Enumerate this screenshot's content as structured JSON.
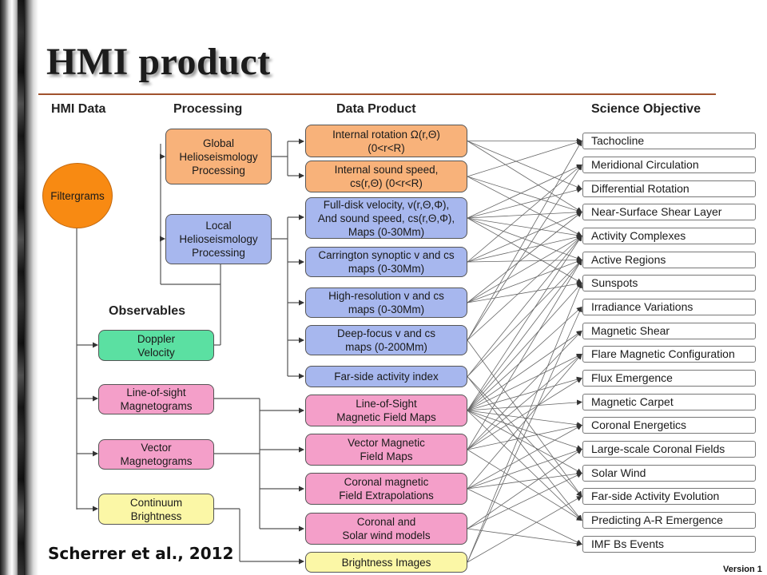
{
  "slide_title": "HMI product",
  "headers": {
    "hmi_data": "HMI Data",
    "processing": "Processing",
    "data_product": "Data Product",
    "science_objective": "Science Objective",
    "observables": "Observables"
  },
  "filtergrams": "Filtergrams",
  "processing": [
    "Global\nHelioseismology\nProcessing",
    "Local\nHelioseismology\nProcessing"
  ],
  "observables": [
    "Doppler\nVelocity",
    "Line-of-sight\nMagnetograms",
    "Vector\nMagnetograms",
    "Continuum\nBrightness"
  ],
  "products": [
    "Internal rotation Ω(r,Θ)\n(0<r<R)",
    "Internal sound speed,\ncs(r,Θ) (0<r<R)",
    "Full-disk velocity, v(r,Θ,Φ),\nAnd sound speed, cs(r,Θ,Φ),\nMaps (0-30Mm)",
    "Carrington synoptic v and cs\nmaps (0-30Mm)",
    "High-resolution v and cs\nmaps (0-30Mm)",
    "Deep-focus v and cs\nmaps (0-200Mm)",
    "Far-side activity index",
    "Line-of-Sight\nMagnetic Field Maps",
    "Vector Magnetic\nField Maps",
    "Coronal magnetic\nField Extrapolations",
    "Coronal and\nSolar wind models",
    "Brightness Images"
  ],
  "objectives": [
    "Tachocline",
    "Meridional Circulation",
    "Differential Rotation",
    "Near-Surface Shear Layer",
    "Activity Complexes",
    "Active Regions",
    "Sunspots",
    "Irradiance Variations",
    "Magnetic Shear",
    "Flare Magnetic Configuration",
    "Flux Emergence",
    "Magnetic Carpet",
    "Coronal Energetics",
    "Large-scale Coronal Fields",
    "Solar Wind",
    "Far-side Activity Evolution",
    "Predicting A-R Emergence",
    "IMF Bs Events"
  ],
  "citation": "Scherrer et al., 2012",
  "version": "Version 1",
  "colors": {
    "filtergrams": "#f88a12",
    "processing": "#f8b27a",
    "helio_products": "#a7b7ee",
    "magnetic_products": "#f49fc9",
    "doppler": "#5be0a2",
    "continuum": "#fbf7a6",
    "title_rule": "#a0522d"
  },
  "connections": [
    [
      0,
      0
    ],
    [
      0,
      2
    ],
    [
      0,
      3
    ],
    [
      1,
      0
    ],
    [
      1,
      3
    ],
    [
      1,
      4
    ],
    [
      2,
      1
    ],
    [
      2,
      2
    ],
    [
      2,
      3
    ],
    [
      2,
      4
    ],
    [
      2,
      5
    ],
    [
      2,
      6
    ],
    [
      3,
      1
    ],
    [
      3,
      3
    ],
    [
      3,
      4
    ],
    [
      3,
      5
    ],
    [
      4,
      3
    ],
    [
      4,
      4
    ],
    [
      4,
      5
    ],
    [
      4,
      6
    ],
    [
      5,
      0
    ],
    [
      5,
      1
    ],
    [
      5,
      4
    ],
    [
      5,
      15
    ],
    [
      6,
      4
    ],
    [
      6,
      5
    ],
    [
      6,
      15
    ],
    [
      6,
      16
    ],
    [
      7,
      4
    ],
    [
      7,
      5
    ],
    [
      7,
      6
    ],
    [
      7,
      7
    ],
    [
      7,
      8
    ],
    [
      7,
      9
    ],
    [
      7,
      10
    ],
    [
      7,
      11
    ],
    [
      7,
      12
    ],
    [
      7,
      13
    ],
    [
      7,
      14
    ],
    [
      7,
      16
    ],
    [
      8,
      5
    ],
    [
      8,
      8
    ],
    [
      8,
      9
    ],
    [
      8,
      10
    ],
    [
      8,
      12
    ],
    [
      8,
      16
    ],
    [
      9,
      9
    ],
    [
      9,
      12
    ],
    [
      9,
      13
    ],
    [
      9,
      14
    ],
    [
      9,
      17
    ],
    [
      10,
      13
    ],
    [
      10,
      14
    ],
    [
      10,
      17
    ],
    [
      11,
      6
    ],
    [
      11,
      7
    ],
    [
      11,
      15
    ]
  ]
}
